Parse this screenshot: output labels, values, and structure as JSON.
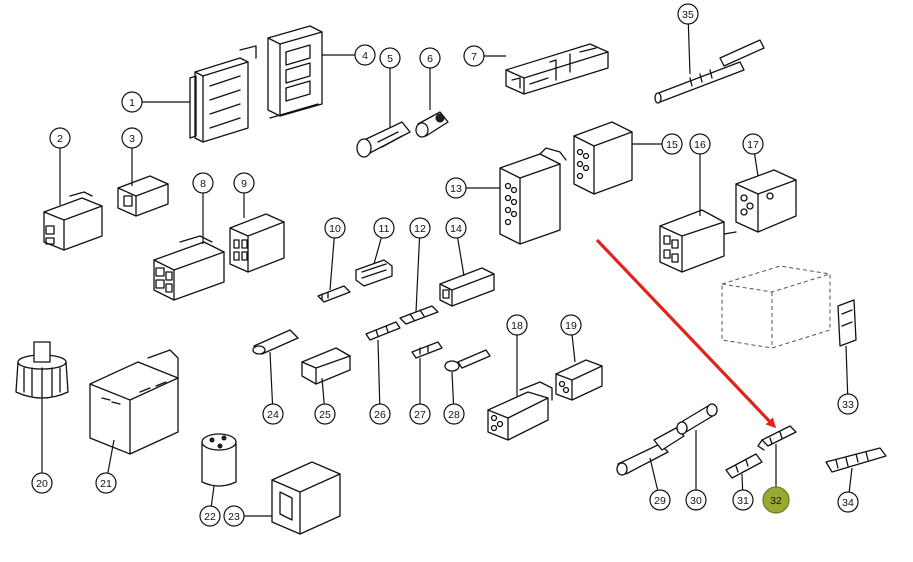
{
  "diagram": {
    "highlight_color": "#9aa834",
    "arrow_color": "#e0241b",
    "callouts": [
      {
        "label": "1"
      },
      {
        "label": "2"
      },
      {
        "label": "3"
      },
      {
        "label": "4"
      },
      {
        "label": "5"
      },
      {
        "label": "6"
      },
      {
        "label": "7"
      },
      {
        "label": "8"
      },
      {
        "label": "9"
      },
      {
        "label": "10"
      },
      {
        "label": "11"
      },
      {
        "label": "12"
      },
      {
        "label": "13"
      },
      {
        "label": "14"
      },
      {
        "label": "15"
      },
      {
        "label": "16"
      },
      {
        "label": "17"
      },
      {
        "label": "18"
      },
      {
        "label": "19"
      },
      {
        "label": "20"
      },
      {
        "label": "21"
      },
      {
        "label": "22"
      },
      {
        "label": "23"
      },
      {
        "label": "24"
      },
      {
        "label": "25"
      },
      {
        "label": "26"
      },
      {
        "label": "27"
      },
      {
        "label": "28"
      },
      {
        "label": "29"
      },
      {
        "label": "30"
      },
      {
        "label": "31"
      },
      {
        "label": "32",
        "highlighted": true
      },
      {
        "label": "33"
      },
      {
        "label": "34"
      },
      {
        "label": "35"
      }
    ]
  }
}
